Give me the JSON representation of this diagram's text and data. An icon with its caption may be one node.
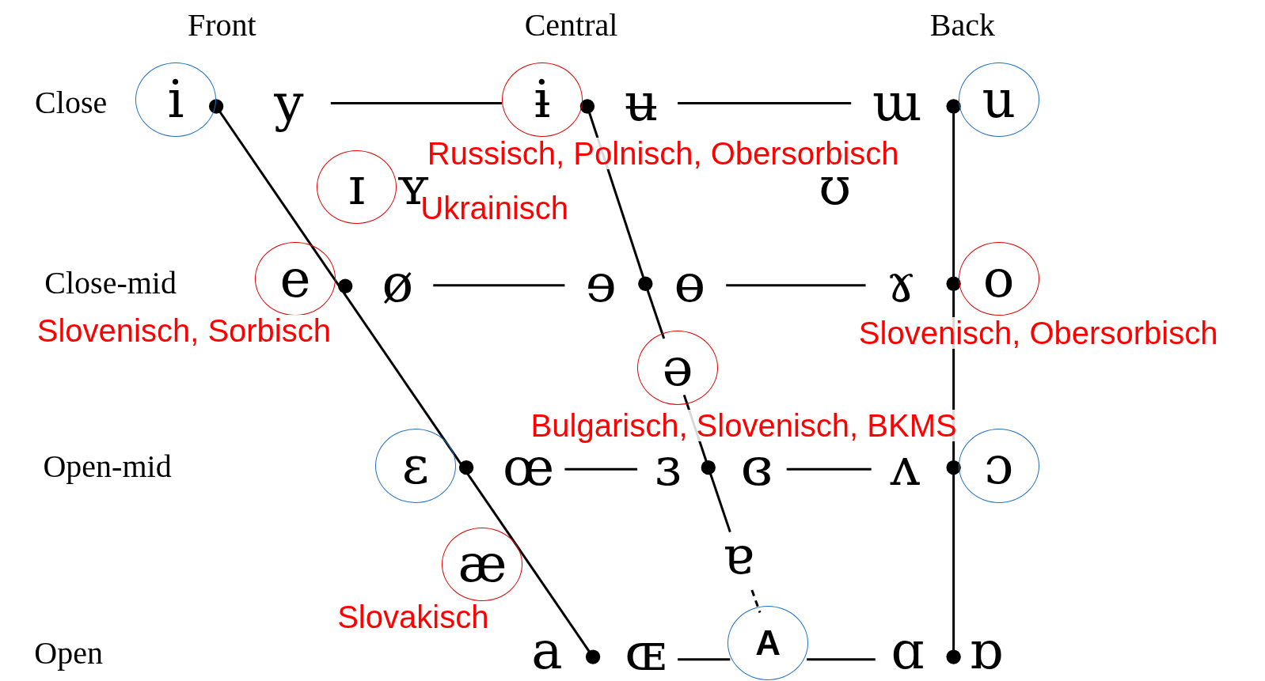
{
  "diagram": {
    "nodes": [
      {
        "text": [
          "i"
        ]
      },
      {
        "text": [
          "ɨ"
        ],
        "beside": [
          "Russisch, Polnisch, Obersorbisch"
        ]
      },
      {
        "text": [
          "u"
        ]
      },
      {
        "text": [
          "ɪ"
        ],
        "beside": [
          "Ukrainisch"
        ]
      },
      {
        "text": [
          "e"
        ],
        "beside": [
          "Slovenisch, Sorbisch"
        ]
      },
      {
        "text": [
          "o"
        ],
        "beside": [
          "Slovenisch, Obersorbisch"
        ]
      },
      {
        "text": [
          "ə"
        ],
        "beside": [
          "Bulgarisch, Slovenisch, BKMS"
        ]
      },
      {
        "text": [
          "ɛ"
        ]
      },
      {
        "text": [
          "ɔ"
        ]
      },
      {
        "text": [
          "æ"
        ],
        "beside": [
          "Slovakisch"
        ]
      },
      {
        "text": [
          "A"
        ]
      }
    ],
    "labels": [
      "Front",
      "Central",
      "Back",
      "Close",
      "y",
      "ʉ",
      "ɯ",
      "ʏ",
      "ʊ",
      "Close-mid",
      "ø",
      "ɘ",
      "ɵ",
      "ɤ",
      "Open-mid",
      "œ",
      "ɜ",
      "ɞ",
      "ʌ",
      "ɐ",
      "Open",
      "a",
      "ɶ",
      "ɑ",
      "ɒ"
    ]
  }
}
